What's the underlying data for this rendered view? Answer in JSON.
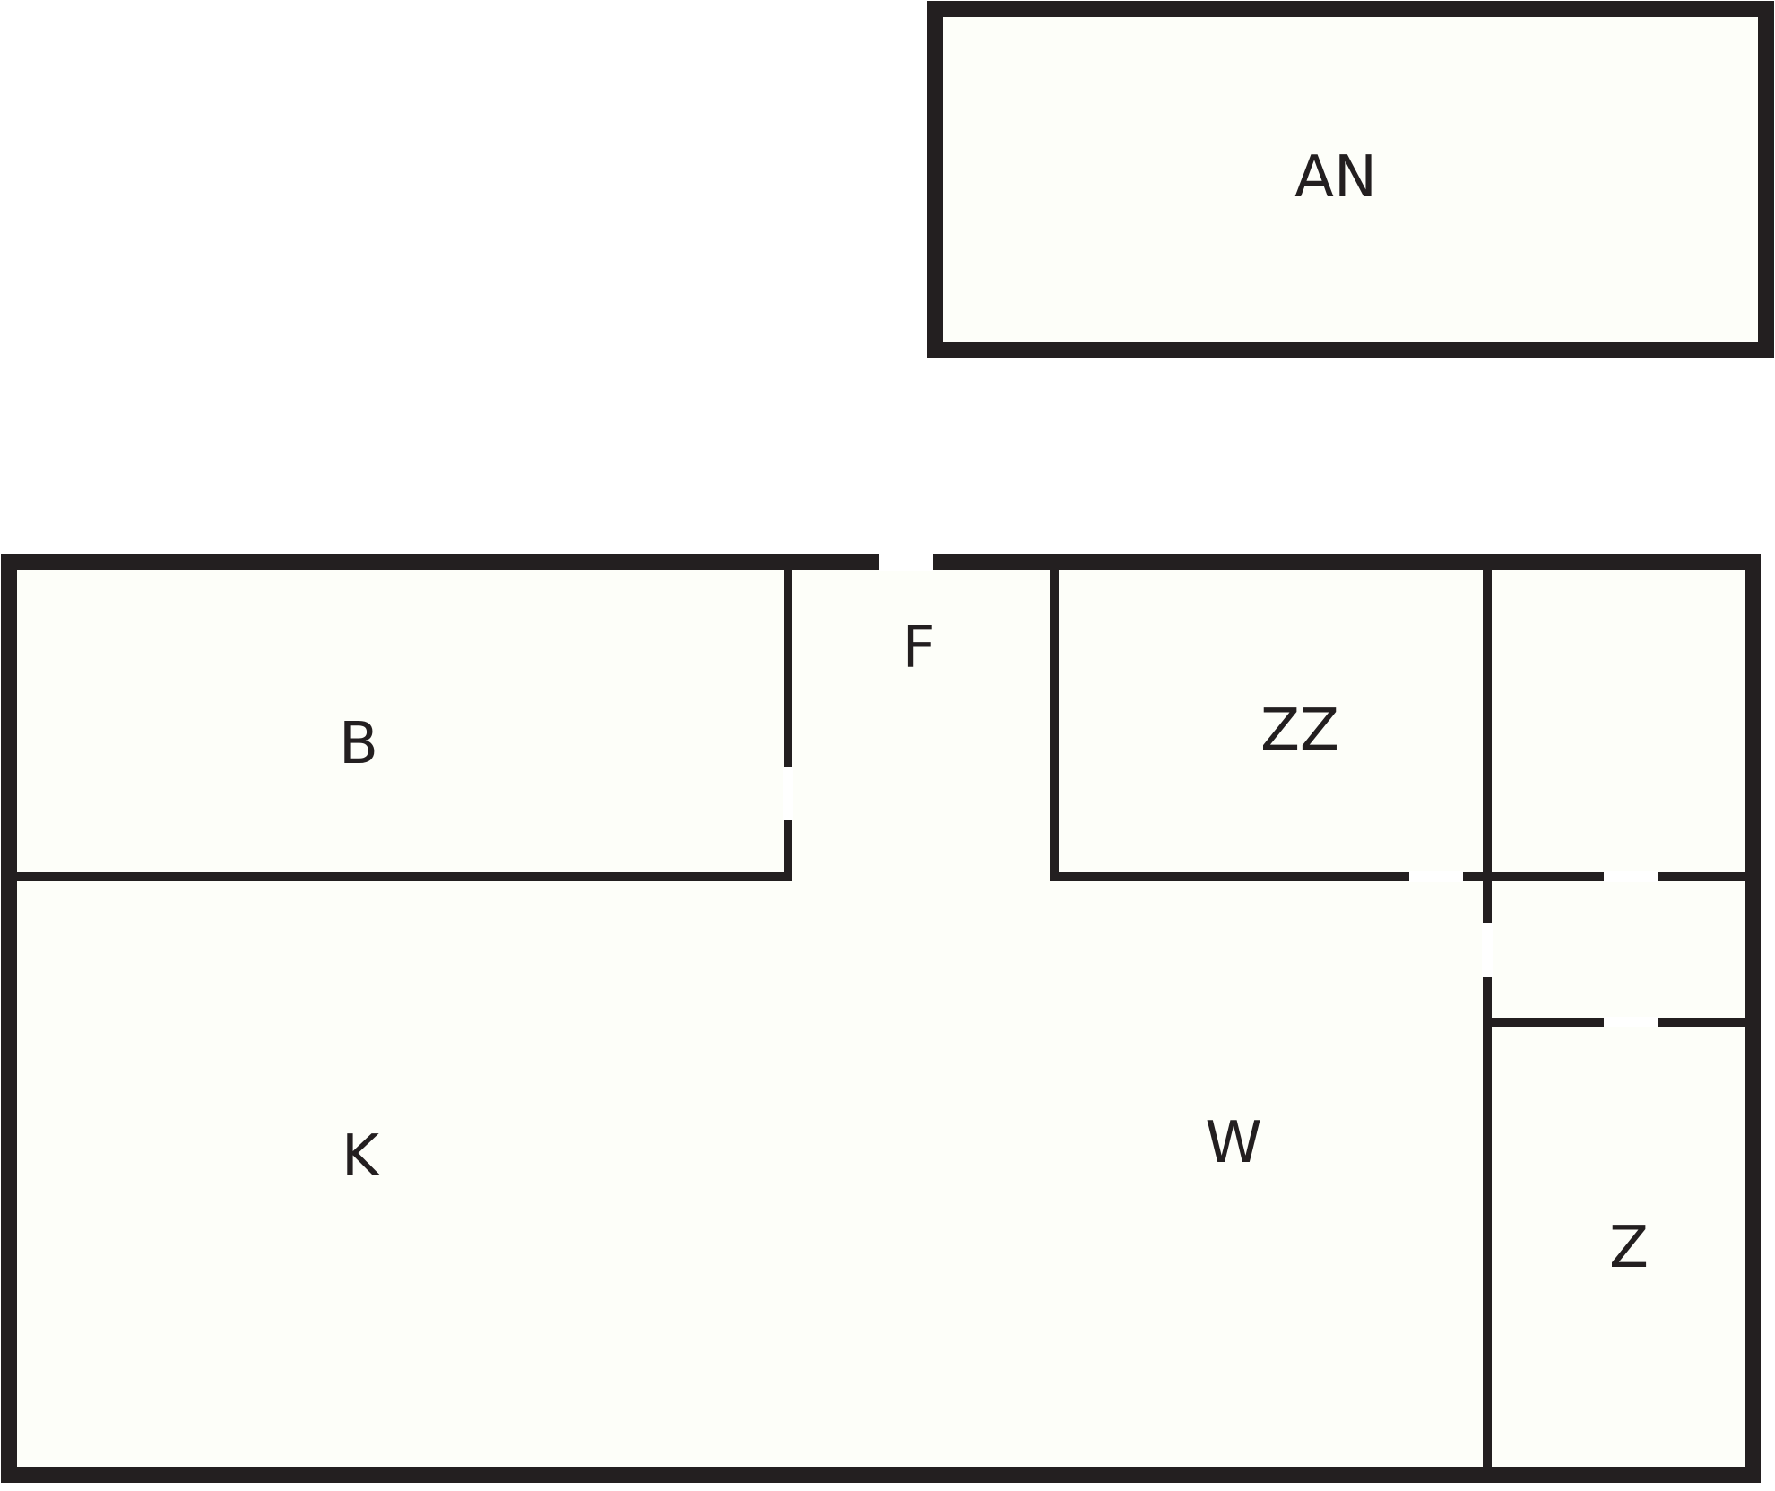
{
  "floorplan": {
    "colors": {
      "wall": "#231f20",
      "floor": "#fdfef9",
      "door_gap": "#ffffff",
      "background": "#ffffff"
    },
    "rooms": {
      "an": {
        "label": "AN"
      },
      "b": {
        "label": "B"
      },
      "f": {
        "label": "F"
      },
      "zz": {
        "label": "ZZ"
      },
      "k": {
        "label": "K"
      },
      "w": {
        "label": "W"
      },
      "z": {
        "label": "Z"
      }
    }
  }
}
